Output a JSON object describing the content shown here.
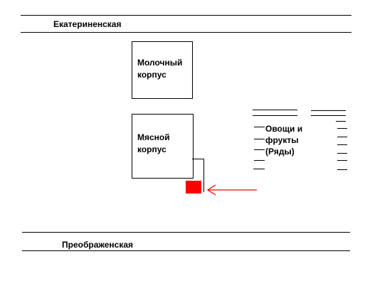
{
  "streets": {
    "top_name": "Екатериненская",
    "bottom_name": "Преображенская"
  },
  "buildings": {
    "dairy_label": "Молочный корпус",
    "meat_label": "Мясной корпус"
  },
  "stalls": {
    "label": "Овощи и фрукты (Ряды)"
  },
  "marker": {
    "color": "#ff0000",
    "icon": "red-square-marker"
  },
  "pointer": {
    "color": "#ff0000",
    "icon": "left-arrow-icon"
  }
}
